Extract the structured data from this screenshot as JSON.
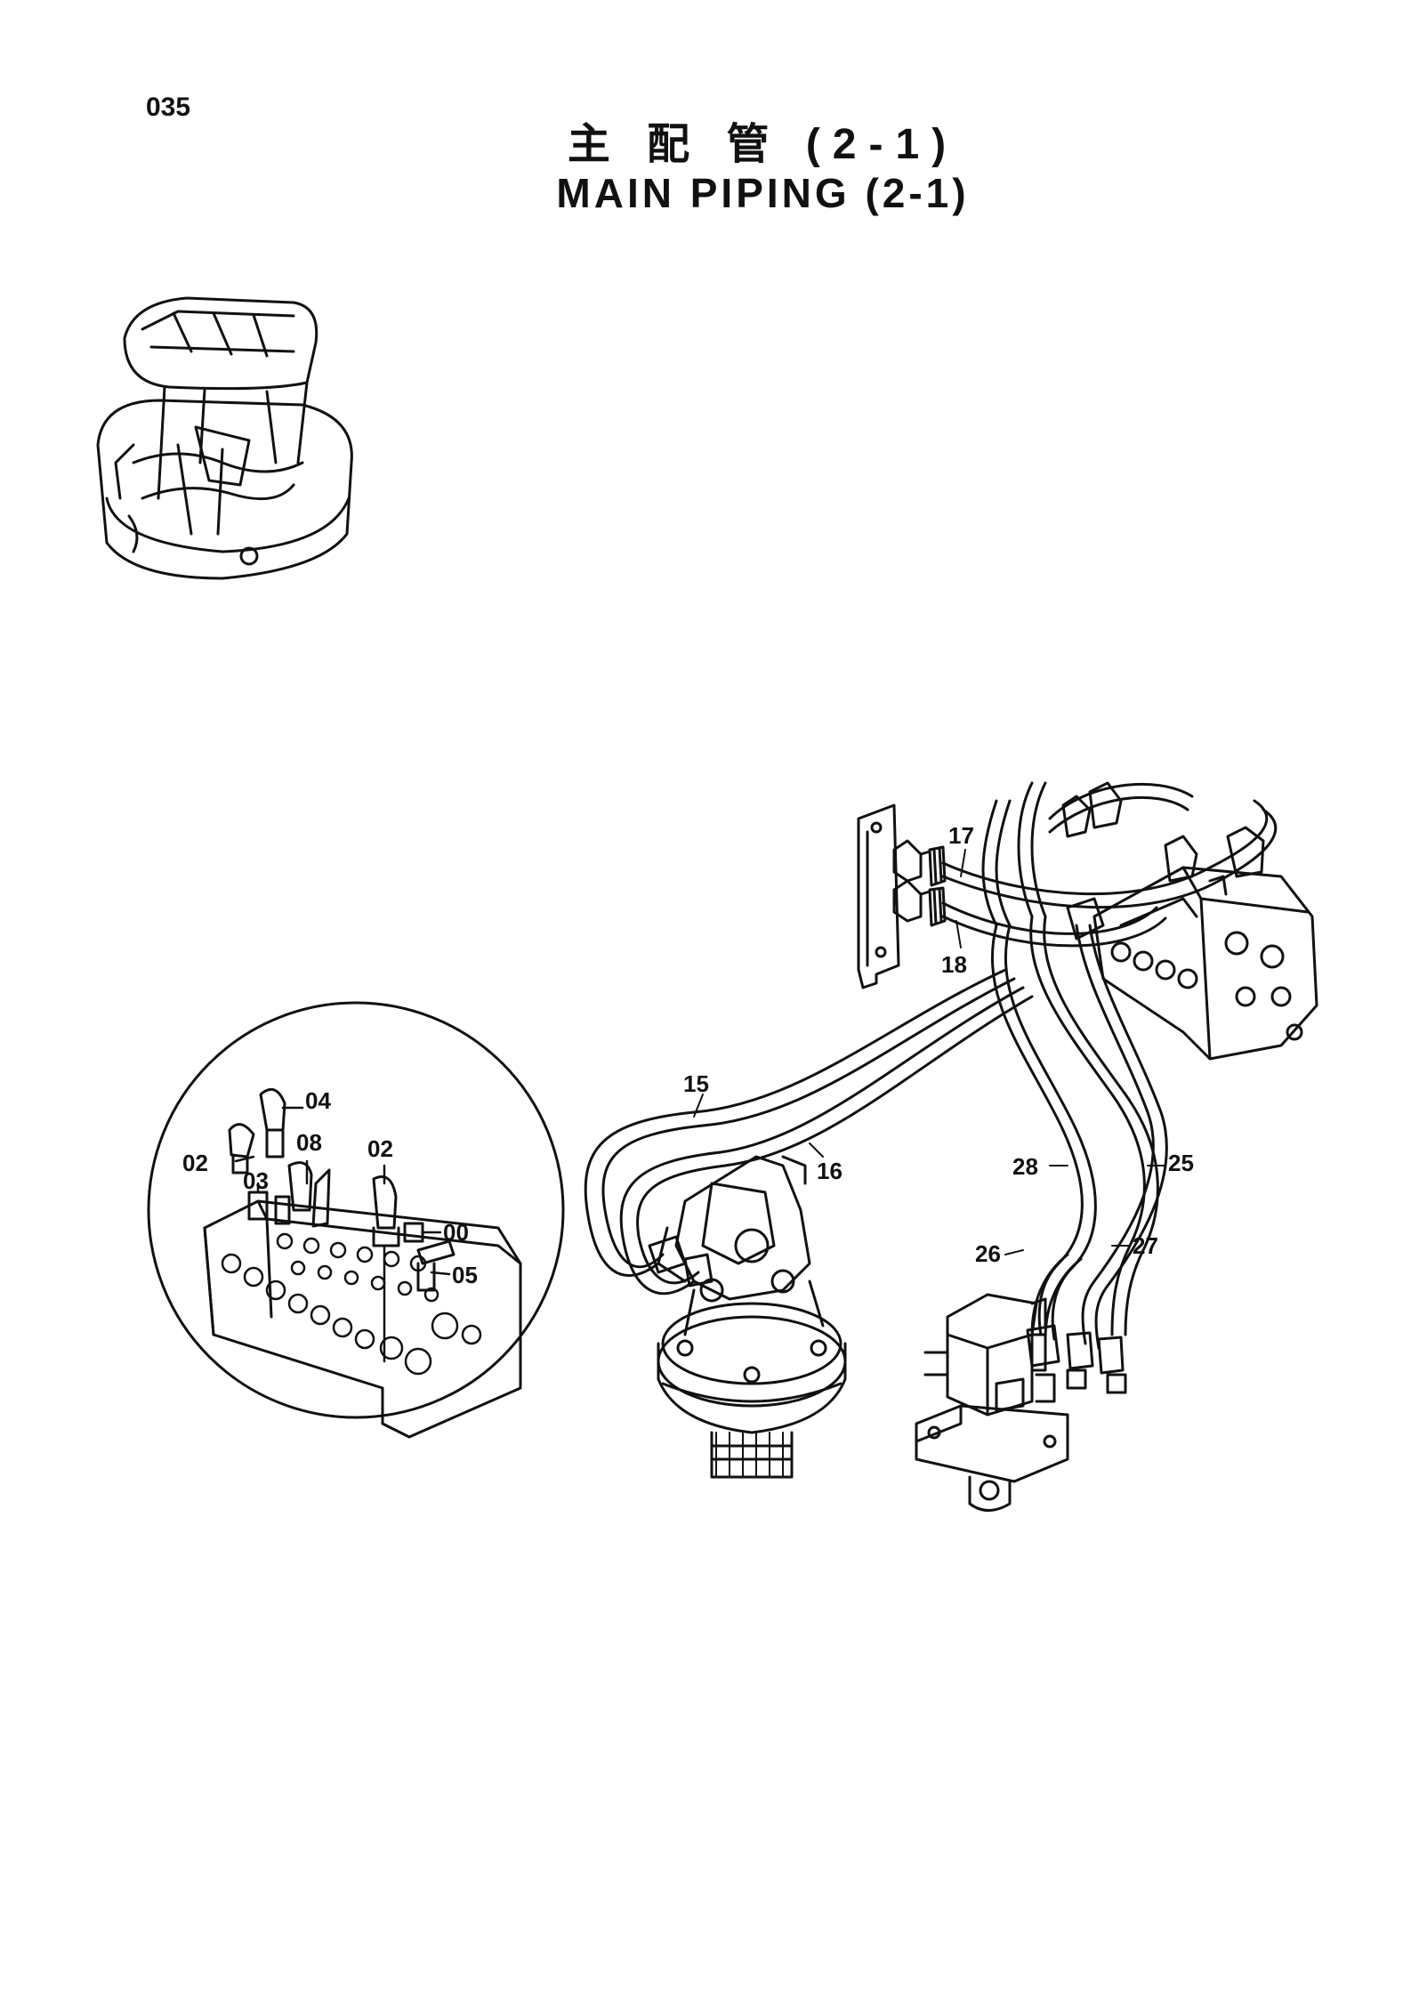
{
  "page_number": "035",
  "title_cn": "主 配 管 (2-1)",
  "title_en": "MAIN PIPING (2-1)",
  "callouts": {
    "c04": "04",
    "c02a": "02",
    "c08": "08",
    "c02b": "02",
    "c03": "03",
    "c00": "00",
    "c05": "05",
    "c15": "15",
    "c16": "16",
    "c17": "17",
    "c18": "18",
    "c28": "28",
    "c25": "25",
    "c26": "26",
    "c27": "27"
  }
}
